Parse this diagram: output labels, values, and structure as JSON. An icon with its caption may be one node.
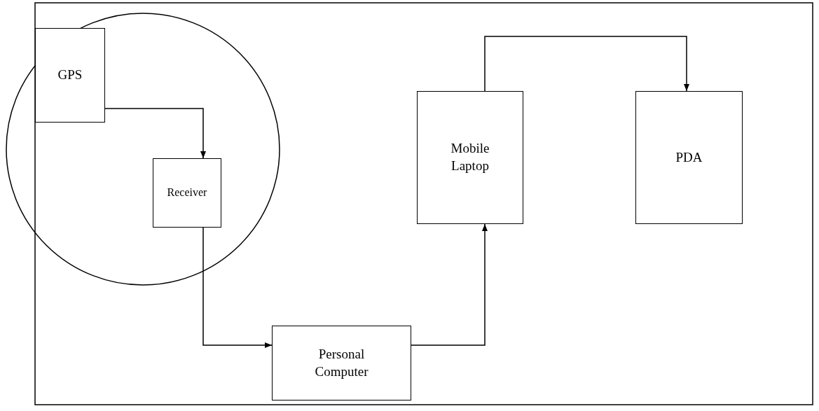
{
  "diagram": {
    "nodes": [
      {
        "text": [],
        "shape": "circle"
      },
      {
        "text": [
          "GPS"
        ],
        "in": 0
      },
      {
        "text": [
          "Receiver"
        ],
        "in": 0
      },
      {
        "text": [
          "Personal Computer"
        ]
      },
      {
        "text": [
          "Mobile Laptop"
        ]
      },
      {
        "text": [
          "PDA"
        ]
      }
    ],
    "edges": [
      {
        "from": 1,
        "to": 2,
        "arrow": "to"
      },
      {
        "from": 2,
        "to": 3,
        "arrow": "to"
      },
      {
        "from": 3,
        "to": 4,
        "arrow": "to"
      },
      {
        "from": 4,
        "to": 5,
        "arrow": "to"
      }
    ]
  }
}
